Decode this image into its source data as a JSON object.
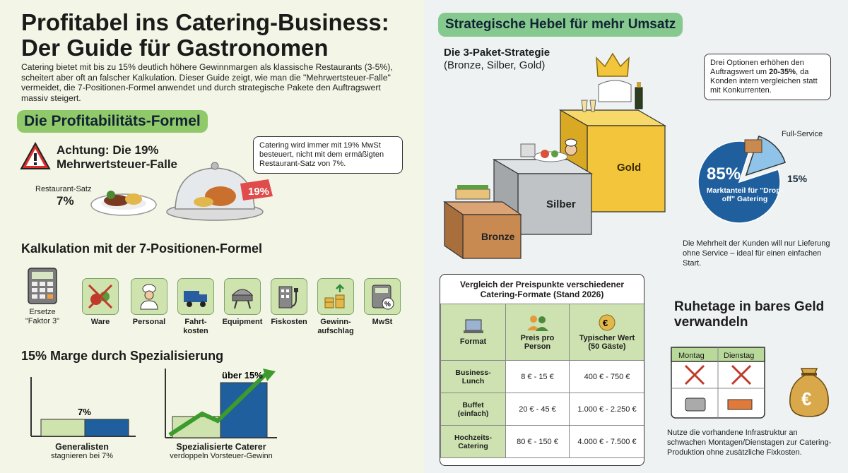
{
  "title": "Profitabel ins Catering-Business: Der Guide für Gastronomen",
  "title_line1": "Profitabel ins Catering-Business:",
  "title_line2": "Der Guide für Gastronomen",
  "intro": "Catering bietet mit bis zu 15% deutlich höhere Gewinnmargen als klassische Restaurants (3-5%), scheitert aber oft an falscher Kalkulation. Dieser Guide zeigt, wie man die \"Mehrwertsteuer-Falle\" vermeidet, die 7-Positionen-Formel anwendet und durch strategische Pakete den Auftragswert massiv steigert.",
  "formula": {
    "heading": "Die Profitabilitäts-Formel",
    "warning_line1": "Achtung: Die 19%",
    "warning_line2": "Mehrwertsteuer-Falle",
    "callout": "Catering wird immer mit 19% MwSt besteuert, nicht mit dem ermäßigten Restaurant-Satz von 7%.",
    "restaurant_label": "Restaurant-Satz",
    "restaurant_rate": "7%",
    "tag_rate": "19%"
  },
  "kalkulation": {
    "heading": "Kalkulation mit der 7-Positionen-Formel",
    "replace_line1": "Ersetze",
    "replace_line2": "\"Faktor 3\"",
    "items": [
      {
        "label": "Ware",
        "icon": "food-crossed-icon"
      },
      {
        "label": "Personal",
        "icon": "chef-icon"
      },
      {
        "label": "Fahrt-\nkosten",
        "icon": "truck-icon"
      },
      {
        "label": "Equipment",
        "icon": "grill-icon"
      },
      {
        "label": "Fiskosten",
        "icon": "building-plug-icon"
      },
      {
        "label": "Gewinn-\naufschlag",
        "icon": "coins-arrow-icon"
      },
      {
        "label": "MwSt",
        "icon": "calculator-percent-icon"
      }
    ]
  },
  "marge": {
    "heading": "15% Marge durch Spezialisierung",
    "generalist_value": "7%",
    "generalist_title": "Generalisten",
    "generalist_sub": "stagnieren bei 7%",
    "special_value": "über 15%",
    "special_title": "Spezialisierte Caterer",
    "special_sub": "verdoppeln Vorsteuer-Gewinn"
  },
  "strategie": {
    "heading": "Strategische Hebel für mehr Umsatz",
    "paket_title": "Die 3-Paket-Strategie",
    "paket_sub": "(Bronze, Silber, Gold)",
    "bronze": "Bronze",
    "silber": "Silber",
    "gold": "Gold",
    "callout_a": "Drei Optionen erhöhen den Auftragswert um ",
    "callout_b": "20-35%",
    "callout_c": ", da Konden intern vergleichen statt mit Konkurrenten."
  },
  "pie": {
    "full_service_label": "Full-Service",
    "main_value": "85%",
    "main_label": "Marktanteil für \"Drop-off\" Gatering",
    "small_value": "15%",
    "note": "Die Mehrheit der Kunden will nur Lieferung ohne Service – ideal für einen einfachen Start."
  },
  "vergleich": {
    "title_line1": "Vergleich der Preispunkte verschiedener",
    "title_line2": "Catering-Formate (Stand 2026)",
    "col_format": "Format",
    "col_preis": "Preis pro\nPerson",
    "col_wert": "Typischer Wert\n(50 Gäste)",
    "rows": [
      {
        "format": "Business-\nLunch",
        "preis": "8 € - 15 €",
        "wert": "400 € - 750 €"
      },
      {
        "format": "Buffet\n(einfach)",
        "preis": "20 € - 45 €",
        "wert": "1.000 € - 2.250 €"
      },
      {
        "format": "Hochzeits-\nCatering",
        "preis": "80 € - 150 €",
        "wert": "4.000 € - 7.500 €"
      }
    ]
  },
  "ruhetage": {
    "heading_line1": "Ruhetage in bares Geld",
    "heading_line2": "verwandeln",
    "day1": "Montag",
    "day2": "Dienstag",
    "note": "Nutze die vorhandene Infrastruktur an schwachen Montagen/Dienstagen zur Catering-Produktion ohne zusätzliche Fixkosten.",
    "bag_symbol": "€"
  },
  "colors": {
    "green_accent": "#8fc96a",
    "blue_bar": "#1f5f9e",
    "gold": "#f2c53a",
    "silver": "#bfc3c6",
    "bronze": "#c98a52"
  }
}
